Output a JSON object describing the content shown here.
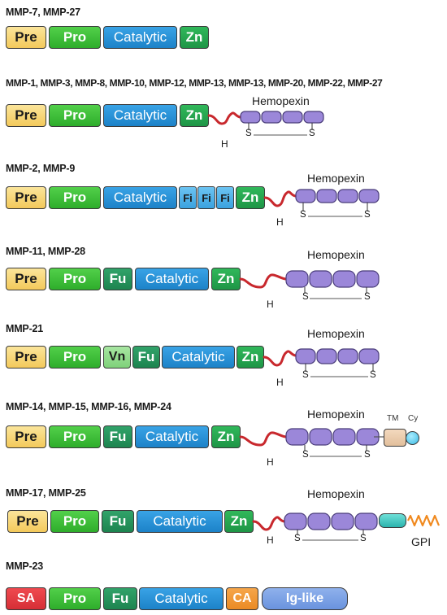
{
  "domains": {
    "pre": "Pre",
    "pro": "Pro",
    "catalytic": "Catalytic",
    "zn": "Zn",
    "fu": "Fu",
    "vn": "Vn",
    "fi": "Fi",
    "sa": "SA",
    "ca": "CA",
    "ig": "Ig-like",
    "hemopexin": "Hemopexin",
    "h": "H",
    "s": "S",
    "tm": "TM",
    "cy": "Cy",
    "gpi": "GPI"
  },
  "rows": [
    {
      "title": "MMP-7, MMP-27"
    },
    {
      "title": "MMP-1, MMP-3, MMP-8, MMP-10, MMP-12, MMP-13, MMP-13, MMP-20, MMP-22, MMP-27"
    },
    {
      "title": "MMP-2, MMP-9"
    },
    {
      "title": "MMP-11, MMP-28"
    },
    {
      "title": "MMP-21"
    },
    {
      "title": "MMP-14, MMP-15, MMP-16, MMP-24"
    },
    {
      "title": "MMP-17, MMP-25"
    },
    {
      "title": "MMP-23"
    }
  ],
  "colors": {
    "linker": "#c8282d",
    "hemopexin_blade": "#9b87d9",
    "hemopexin_border": "#4a3d7a",
    "gpi_zigzag": "#f08a20"
  }
}
